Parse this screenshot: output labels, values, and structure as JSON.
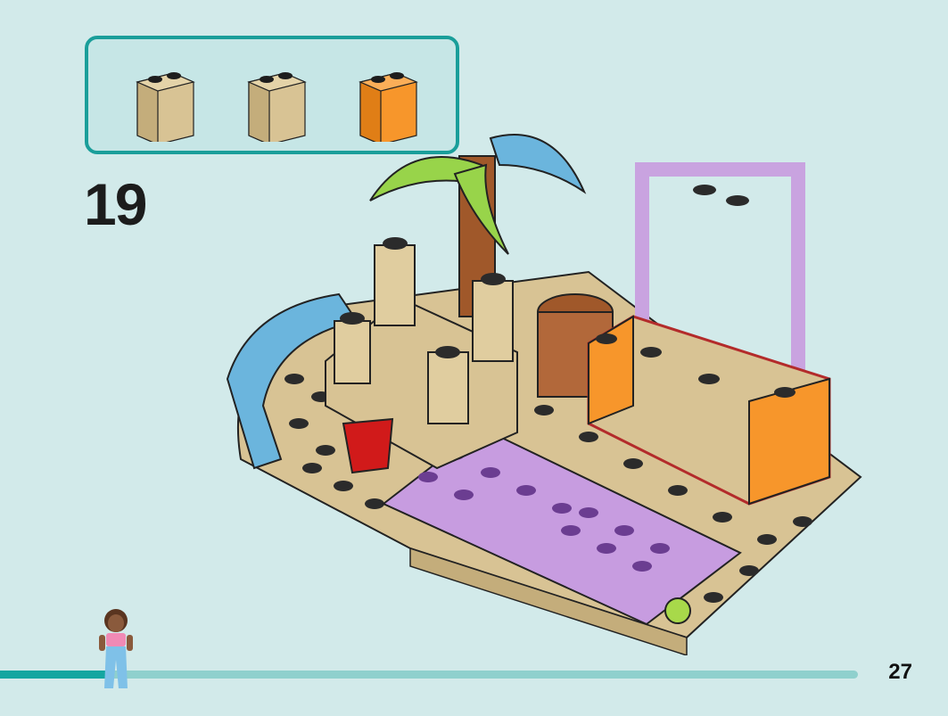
{
  "step": {
    "number": "19"
  },
  "parts_list": [
    {
      "name": "tan-brick",
      "color": "#d8c394",
      "shade": "#c4ad7b"
    },
    {
      "name": "tan-brick",
      "color": "#d8c394",
      "shade": "#c4ad7b"
    },
    {
      "name": "orange-brick",
      "color": "#f7962b",
      "shade": "#e07e16"
    }
  ],
  "page": {
    "number": "27",
    "progress": 0.13
  },
  "colors": {
    "accent": "#1a9e9a",
    "background": "#d2eaea",
    "progress_track": "#8fd0cd",
    "progress_fill": "#14a6a0"
  }
}
